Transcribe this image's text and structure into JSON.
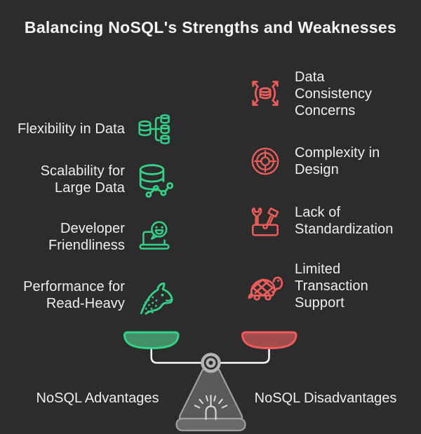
{
  "title": "Balancing NoSQL's Strengths and Weaknesses",
  "colors": {
    "background": "#2c2c2c",
    "title_text": "#f5f5f5",
    "label_text": "#eeeeee",
    "advantage_accent": "#34d189",
    "advantage_fill": "#449066",
    "disadvantage_accent": "#ee5c5c",
    "disadvantage_fill": "#a34c4c",
    "beam": "#ffffff",
    "stand_stroke": "#a0a0a0",
    "stand_fill": "#5a5a5a",
    "base_fill": "#696969",
    "gauge": "#dddddd",
    "pivot": "#b3b3b3"
  },
  "advantages": {
    "label": "NoSQL Advantages",
    "items": [
      {
        "label": "Flexibility in Data",
        "icon": "database-branch-icon"
      },
      {
        "label": "Scalability for\nLarge Data",
        "icon": "database-nodes-icon"
      },
      {
        "label": "Developer\nFriendliness",
        "icon": "laptop-smiley-icon"
      },
      {
        "label": "Performance for\nRead-Heavy",
        "icon": "cheetah-icon"
      }
    ]
  },
  "disadvantages": {
    "label": "NoSQL Disadvantages",
    "items": [
      {
        "label": "Data\nConsistency\nConcerns",
        "icon": "database-sync-arrows-icon"
      },
      {
        "label": "Complexity in\nDesign",
        "icon": "maze-icon"
      },
      {
        "label": "Lack of\nStandardization",
        "icon": "toolbox-icon"
      },
      {
        "label": "Limited\nTransaction\nSupport",
        "icon": "turtle-icon"
      }
    ]
  }
}
